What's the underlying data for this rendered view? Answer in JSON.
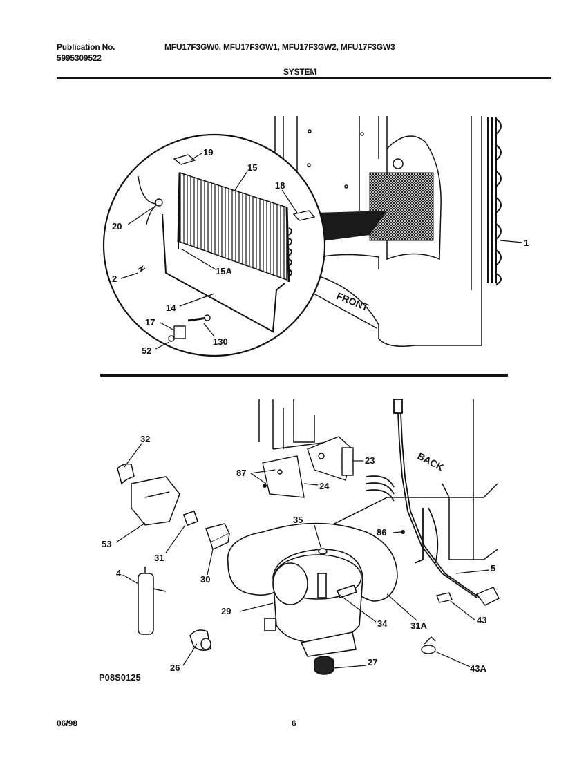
{
  "header": {
    "publication_label": "Publication No.",
    "publication_number": "5995309522",
    "models": "MFU17F3GW0, MFU17F3GW1, MFU17F3GW2, MFU17F3GW3",
    "section_title": "SYSTEM"
  },
  "upper_diagram": {
    "front_label": "FRONT",
    "callouts": {
      "c19": "19",
      "c15": "15",
      "c18": "18",
      "c20": "20",
      "c15a": "15A",
      "c2": "2",
      "c14": "14",
      "c17": "17",
      "c130": "130",
      "c52": "52",
      "c1": "1"
    }
  },
  "lower_diagram": {
    "back_label": "BACK",
    "drawing_code": "P08S0125",
    "callouts": {
      "c32": "32",
      "c87": "87",
      "c24": "24",
      "c23": "23",
      "c53": "53",
      "c31": "31",
      "c35": "35",
      "c86": "86",
      "c4": "4",
      "c30": "30",
      "c5": "5",
      "c29": "29",
      "c34": "34",
      "c31a": "31A",
      "c43": "43",
      "c26": "26",
      "c27": "27",
      "c43a": "43A"
    }
  },
  "footer": {
    "date": "06/98",
    "page": "6"
  }
}
